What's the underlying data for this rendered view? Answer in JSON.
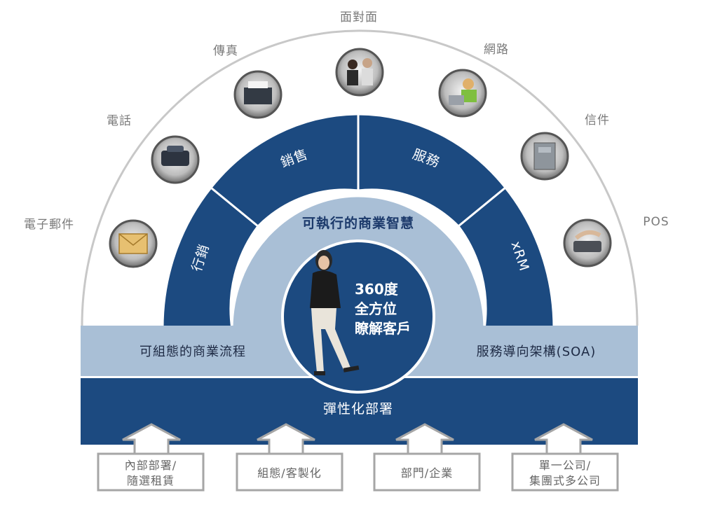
{
  "channels": {
    "face_to_face": "面對面",
    "fax": "傳真",
    "web": "網路",
    "phone": "電話",
    "mail": "信件",
    "email": "電子郵件",
    "pos": "POS"
  },
  "segments": {
    "sales": "銷售",
    "service": "服務",
    "marketing": "行銷",
    "xrm": "xRM"
  },
  "ring_label": "可執行的商業智慧",
  "core": {
    "line1": "360度",
    "line2": "全方位",
    "line3": "瞭解客戶"
  },
  "band": {
    "left": "可組態的商業流程",
    "right": "服務導向架構(SOA)"
  },
  "deployment": "彈性化部署",
  "options": [
    {
      "lines": [
        "內部部署/",
        "隨選租賃"
      ]
    },
    {
      "lines": [
        "組態/客製化"
      ]
    },
    {
      "lines": [
        "部門/企業"
      ]
    },
    {
      "lines": [
        "單一公司/",
        "集團式多公司"
      ]
    }
  ],
  "colors": {
    "dark_blue": "#1c4a80",
    "light_blue": "#a9bfd6",
    "arc_gray": "#c8c8c8"
  },
  "icons": {
    "face_to_face": "meeting-photo-icon",
    "fax": "fax-machine-icon",
    "web": "laptop-user-icon",
    "phone": "phone-icon",
    "mail": "mailbox-icon",
    "email": "envelope-icon",
    "pos": "card-terminal-icon",
    "core": "customer-person-icon"
  }
}
